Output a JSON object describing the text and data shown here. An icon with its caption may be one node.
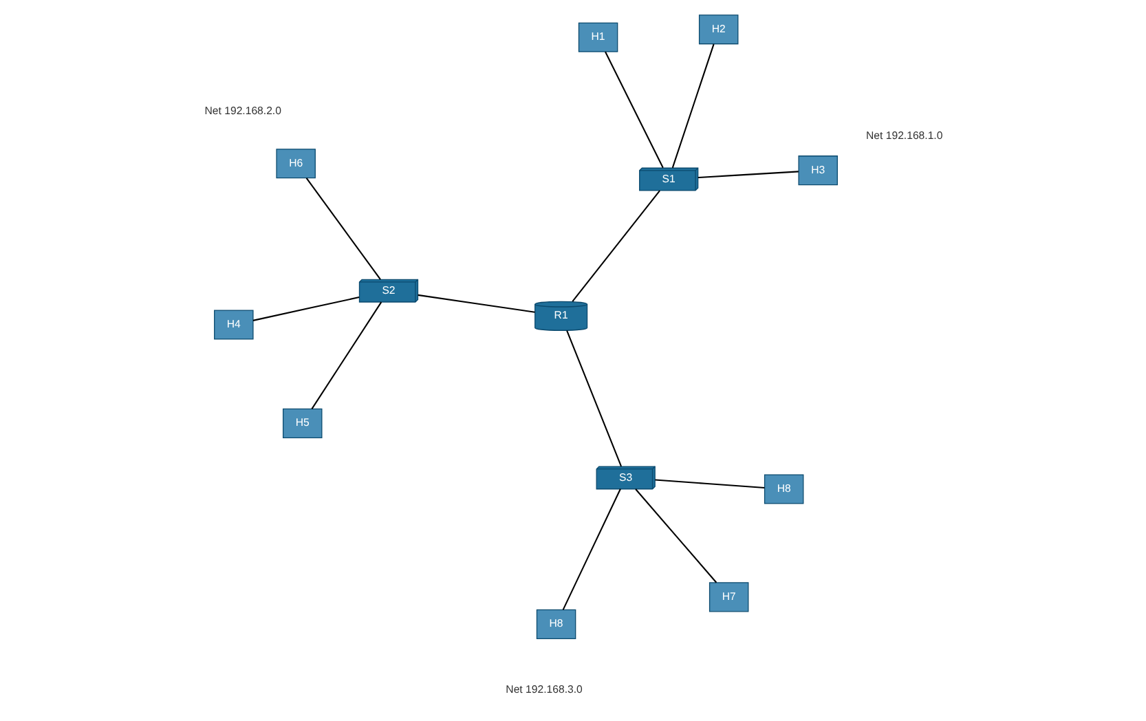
{
  "diagram": {
    "nodes": [
      {
        "text": [
          "H1"
        ]
      },
      {
        "text": [
          "H2"
        ]
      },
      {
        "text": [
          "H3"
        ]
      },
      {
        "text": [
          "S1"
        ]
      },
      {
        "text": [
          "R1"
        ]
      },
      {
        "text": [
          "S2"
        ]
      },
      {
        "text": [
          "H4"
        ]
      },
      {
        "text": [
          "H5"
        ]
      },
      {
        "text": [
          "H6"
        ]
      },
      {
        "text": [
          "S3"
        ]
      },
      {
        "text": [
          "H7"
        ]
      },
      {
        "text": [
          "H8"
        ]
      },
      {
        "text": [
          "H8"
        ]
      }
    ],
    "edges": [
      {
        "from": 0,
        "to": 3,
        "arrow": "none"
      },
      {
        "from": 1,
        "to": 3,
        "arrow": "none"
      },
      {
        "from": 2,
        "to": 3,
        "arrow": "none"
      },
      {
        "from": 3,
        "to": 4,
        "arrow": "none"
      },
      {
        "from": 4,
        "to": 5,
        "arrow": "none"
      },
      {
        "from": 5,
        "to": 6,
        "arrow": "none"
      },
      {
        "from": 5,
        "to": 7,
        "arrow": "none"
      },
      {
        "from": 5,
        "to": 8,
        "arrow": "none"
      },
      {
        "from": 4,
        "to": 9,
        "arrow": "none"
      },
      {
        "from": 9,
        "to": 10,
        "arrow": "none"
      },
      {
        "from": 9,
        "to": 11,
        "arrow": "none"
      },
      {
        "from": 9,
        "to": 12,
        "arrow": "none"
      }
    ],
    "labels": [
      "Net 192.168.1.0",
      "Net 192.168.2.0",
      "Net 192.168.3.0"
    ]
  }
}
